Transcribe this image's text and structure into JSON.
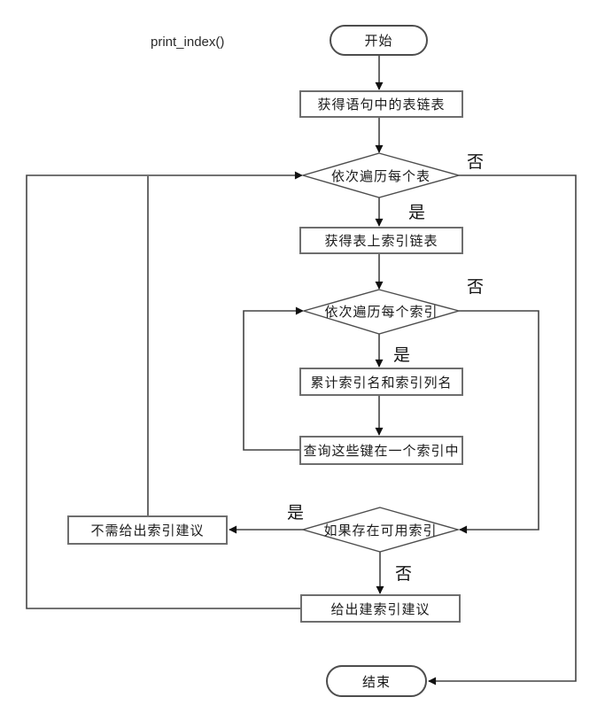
{
  "title": "print_index()",
  "colors": {
    "background": "#ffffff",
    "connector": "#444444",
    "box_border": "#6e6e6e",
    "terminator_border": "#4d4d4d",
    "text": "#1b1b1b",
    "arrowhead": "#111111"
  },
  "nodes": {
    "start": {
      "type": "terminator",
      "label": "开始"
    },
    "get_tables": {
      "type": "process",
      "label": "获得语句中的表链表"
    },
    "loop_tables": {
      "type": "decision",
      "label": "依次遍历每个表"
    },
    "get_indexes": {
      "type": "process",
      "label": "获得表上索引链表"
    },
    "loop_indexes": {
      "type": "decision",
      "label": "依次遍历每个索引"
    },
    "accumulate": {
      "type": "process",
      "label": "累计索引名和索引列名"
    },
    "query_keys": {
      "type": "process",
      "label": "查询这些键在一个索引中"
    },
    "has_index": {
      "type": "decision",
      "label": "如果存在可用索引"
    },
    "no_advice": {
      "type": "process",
      "label": "不需给出索引建议"
    },
    "give_advice": {
      "type": "process",
      "label": "给出建索引建议"
    },
    "end": {
      "type": "terminator",
      "label": "结束"
    }
  },
  "edge_labels": {
    "yes": "是",
    "no": "否"
  }
}
